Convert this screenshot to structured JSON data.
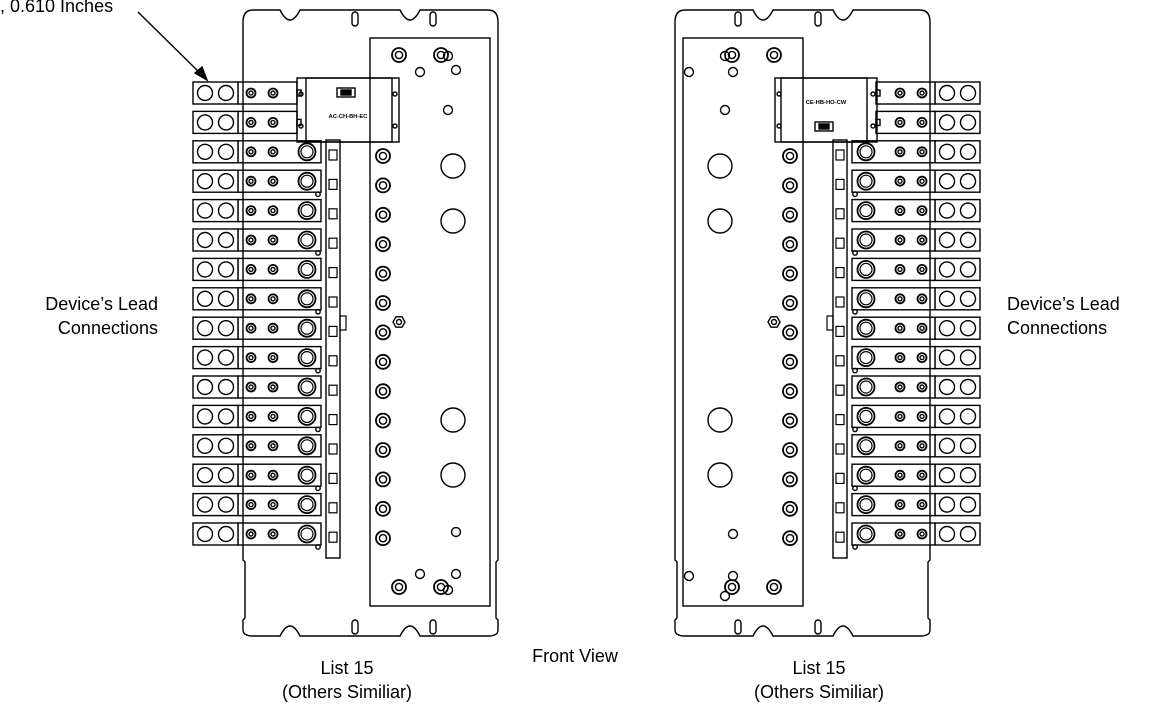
{
  "annotations": {
    "dimension_callout": ", 0.610 Inches",
    "left_leads": [
      "Device’s Lead",
      "Connections"
    ],
    "right_leads": [
      "Device’s Lead",
      "Connections"
    ],
    "center_view": "Front View"
  },
  "left_assembly": {
    "caption": [
      "List 15",
      "(Others Similiar)"
    ],
    "module_label": "AC-CH-BH-EC"
  },
  "right_assembly": {
    "caption": [
      "List 15",
      "(Others Similiar)"
    ],
    "module_label": "CE-HB-HO-CW"
  },
  "terminal_rows_per_side": 16,
  "colors": {
    "line": "#000000",
    "background": "#ffffff"
  }
}
